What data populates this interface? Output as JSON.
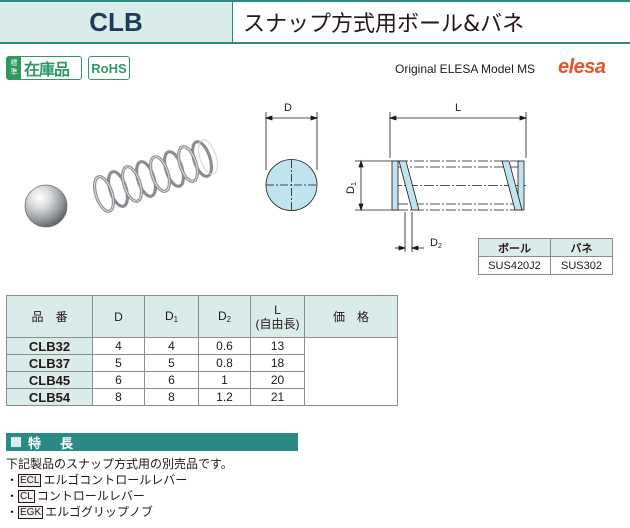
{
  "header": {
    "code": "CLB",
    "title": "スナップ方式用ボール&バネ"
  },
  "badges": {
    "stock_small_1": "標",
    "stock_small_2": "準",
    "stock_big": "在庫品",
    "rohs": "RoHS"
  },
  "brand": {
    "text": "Original ELESA Model MS",
    "logo": "elesa"
  },
  "drawing": {
    "label_D": "D",
    "label_D1": "D",
    "label_D1_sub": "1",
    "label_L": "L",
    "label_D2": "D",
    "label_D2_sub": "2"
  },
  "material": {
    "headers": [
      "ボール",
      "バネ"
    ],
    "values": [
      "SUS420J2",
      "SUS302"
    ]
  },
  "table": {
    "h_code": "品　番",
    "h_D": "D",
    "h_D1": "D",
    "h_D1_sub": "1",
    "h_D2": "D",
    "h_D2_sub": "2",
    "h_L_1": "L",
    "h_L_2": "(自由長)",
    "h_price": "価　格",
    "rows": [
      {
        "code": "CLB32",
        "D": "4",
        "D1": "4",
        "D2": "0.6",
        "L": "13"
      },
      {
        "code": "CLB37",
        "D": "5",
        "D1": "5",
        "D2": "0.8",
        "L": "18"
      },
      {
        "code": "CLB45",
        "D": "6",
        "D1": "6",
        "D2": "1",
        "L": "20"
      },
      {
        "code": "CLB54",
        "D": "8",
        "D1": "8",
        "D2": "1.2",
        "L": "21"
      }
    ]
  },
  "features": {
    "title": "特　長",
    "intro": "下記製品のスナップ方式用の別売品です。",
    "items": [
      {
        "tag": "ECL",
        "text": "エルゴコントロールレバー"
      },
      {
        "tag": "CL",
        "text": "コントロールレバー"
      },
      {
        "tag": "EGK",
        "text": "エルゴグリップノブ"
      }
    ],
    "bullet": "・"
  },
  "colors": {
    "accent": "#2a8a86",
    "light": "#d9ecea",
    "stock": "#2e9a62",
    "brand": "#e2542c",
    "circle": "#bfe3ef"
  }
}
